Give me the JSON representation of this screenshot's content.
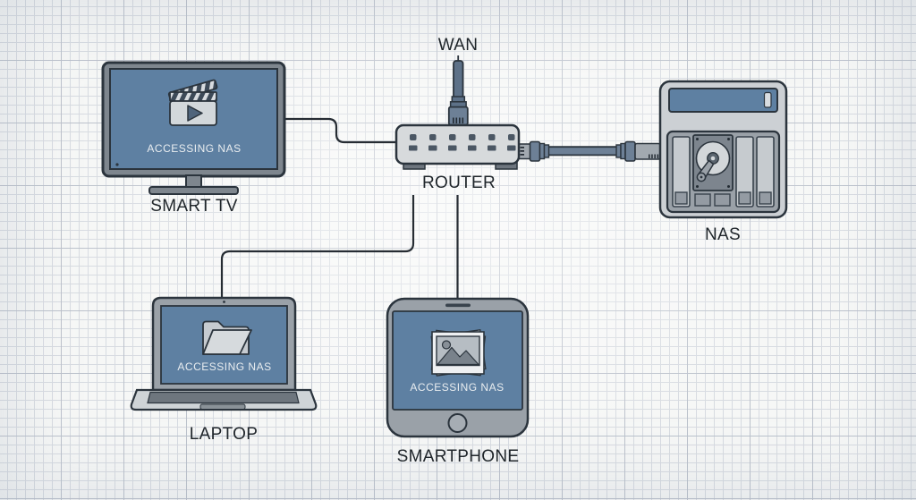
{
  "labels": {
    "wan": "WAN",
    "smart_tv": "SMART TV",
    "router": "ROUTER",
    "nas": "NAS",
    "laptop": "LAPTOP",
    "smartphone": "SMARTPHONE"
  },
  "screens": {
    "smart_tv": "ACCESSING NAS",
    "laptop": "ACCESSING NAS",
    "smartphone": "ACCESSING NAS"
  },
  "icons": {
    "smart_tv": "clapperboard-play-icon",
    "laptop": "open-folder-icon",
    "smartphone": "photo-stack-icon",
    "nas": "hard-drive-icon",
    "wan": "ethernet-plug-icon",
    "router_nas_link": "ethernet-cable-icon"
  },
  "connections": [
    {
      "from": "smart-tv",
      "to": "router",
      "style": "thin-line"
    },
    {
      "from": "router",
      "to": "laptop",
      "style": "thin-line"
    },
    {
      "from": "router",
      "to": "smartphone",
      "style": "thin-line"
    },
    {
      "from": "wan",
      "to": "router",
      "style": "ethernet-cable"
    },
    {
      "from": "router",
      "to": "nas",
      "style": "ethernet-cable"
    }
  ],
  "colors": {
    "screen_blue": "#5E80A2",
    "outline": "#2B343D",
    "device_gray": "#9AA1A8",
    "panel_light": "#D3D8DB",
    "cable_blue": "#6D8096",
    "line_dark": "#262C33",
    "label_text": "#20262B",
    "screen_text": "#E9EDF0",
    "background": "#F6F7F6",
    "grid_minor": "#D7DBE1",
    "grid_major": "#BCC2CC"
  }
}
